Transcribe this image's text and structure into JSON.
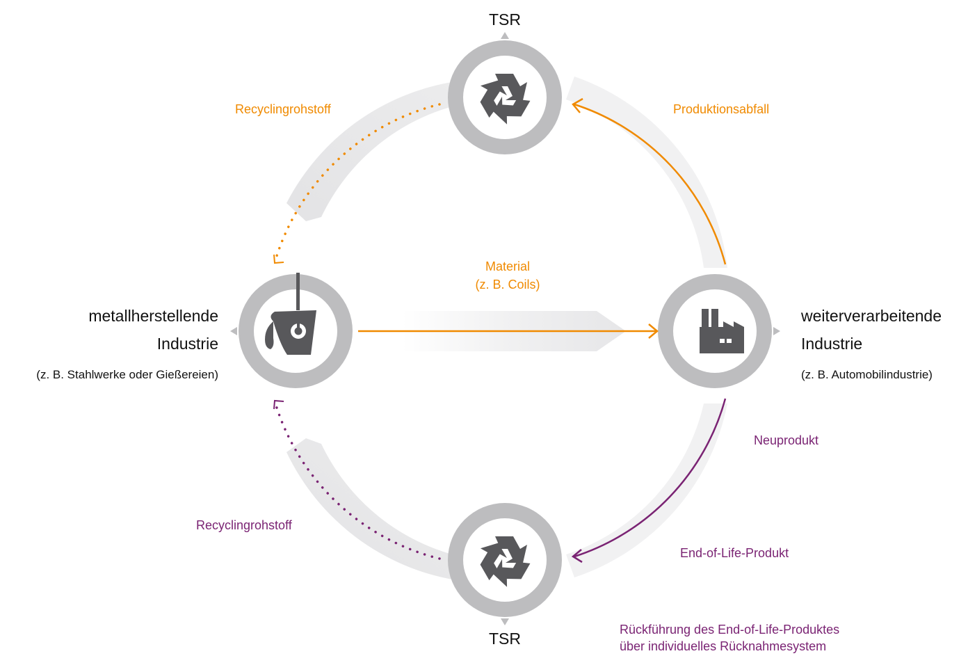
{
  "colors": {
    "orange": "#F08A00",
    "purple": "#7A2373",
    "node_ring": "#BDBDBF",
    "node_inner": "#8E8E91",
    "icon": "#58585B",
    "band": "#EEEEEF"
  },
  "nodes": {
    "tsr_top": {
      "label": "TSR",
      "icon": "recycle-icon"
    },
    "tsr_bottom": {
      "label": "TSR",
      "icon": "recycle-icon"
    },
    "metal": {
      "line1": "metallherstellende",
      "line2": "Industrie",
      "sub": "(z. B. Stahlwerke oder Gießereien)",
      "icon": "ladle-icon"
    },
    "processing": {
      "line1": "weiterverarbeitende",
      "line2": "Industrie",
      "sub": "(z. B. Automobilindustrie)",
      "icon": "factory-icon"
    }
  },
  "flows": {
    "material": {
      "line1": "Material",
      "line2": "(z. B. Coils)"
    },
    "production_waste": "Produktionsabfall",
    "recycling_top": "Recyclingrohstoff",
    "new_product": "Neuprodukt",
    "end_of_life": "End-of-Life-Produkt",
    "recycling_bottom": "Recyclingrohstoff",
    "takeback": {
      "line1": "Rückführung des End-of-Life-Produktes",
      "line2": "über individuelles Rücknahmesystem"
    }
  }
}
